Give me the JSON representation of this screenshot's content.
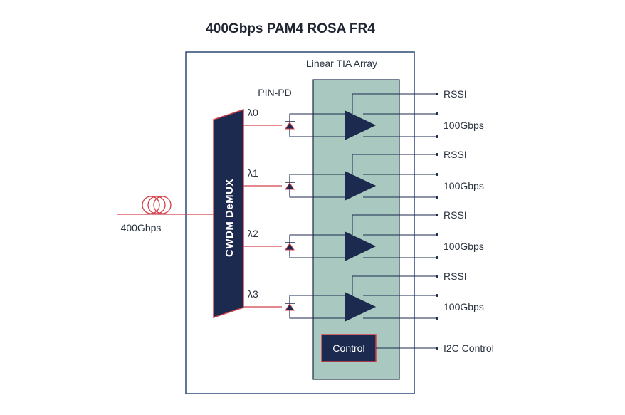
{
  "title": "400Gbps PAM4 ROSA FR4",
  "tia_array_label": "Linear TIA Array",
  "pin_pd_label": "PIN-PD",
  "demux_label": "CWDM DeMUX",
  "input_label": "400Gbps",
  "control_label": "Control",
  "control_output_label": "I2C Control",
  "lanes": [
    {
      "wavelength": "λ0",
      "rssi": "RSSI",
      "rate": "100Gbps"
    },
    {
      "wavelength": "λ1",
      "rssi": "RSSI",
      "rate": "100Gbps"
    },
    {
      "wavelength": "λ2",
      "rssi": "RSSI",
      "rate": "100Gbps"
    },
    {
      "wavelength": "λ3",
      "rssi": "RSSI",
      "rate": "100Gbps"
    }
  ],
  "colors": {
    "navy": "#1b2a4e",
    "red": "#d2404a",
    "tia_fill": "#a9c8c0",
    "box_border": "#2b4a78"
  }
}
